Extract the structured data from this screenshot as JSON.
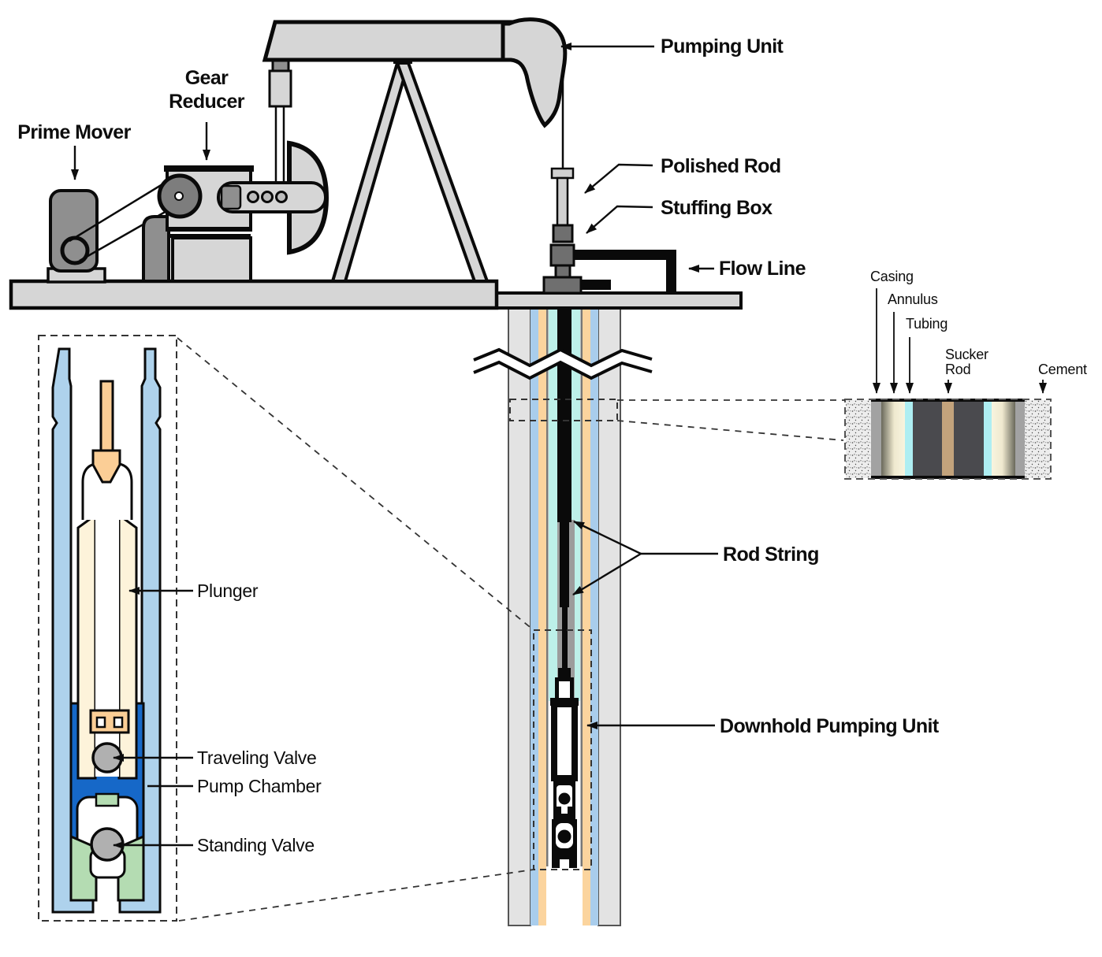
{
  "labels": {
    "prime_mover": "Prime Mover",
    "gear_reducer": "Gear Reducer",
    "pumping_unit": "Pumping Unit",
    "polished_rod": "Polished Rod",
    "stuffing_box": "Stuffing Box",
    "flow_line": "Flow Line",
    "rod_string": "Rod String",
    "downhole_pumping_unit": "Downhold Pumping Unit",
    "plunger": "Plunger",
    "traveling_valve": "Traveling Valve",
    "pump_chamber": "Pump Chamber",
    "standing_valve": "Standing Valve",
    "casing": "Casing",
    "annulus": "Annulus",
    "tubing": "Tubing",
    "sucker_rod": "Sucker Rod",
    "cement": "Cement"
  },
  "colors": {
    "machinery_gray": "#d6d6d6",
    "dark_gray": "#8f8f8f",
    "outline_black": "#0a0a0a",
    "tube_light_blue": "#aed2ec",
    "pump_chamber_blue": "#1668c8",
    "plunger_cream": "#fdf3da",
    "sucker_rod_orange": "#fbce96",
    "valve_seat_green": "#b4dcb2",
    "valve_ball_gray": "#b0b0b0",
    "well_blue": "#a9cdec",
    "well_orange": "#fbd49e",
    "well_cyan": "#bdf0e9",
    "casing_fill": "#e3e3e3",
    "xsec_dark": "#4a4a4e",
    "xsec_tan": "#c3a37c",
    "xsec_cyan": "#aeeef2"
  }
}
